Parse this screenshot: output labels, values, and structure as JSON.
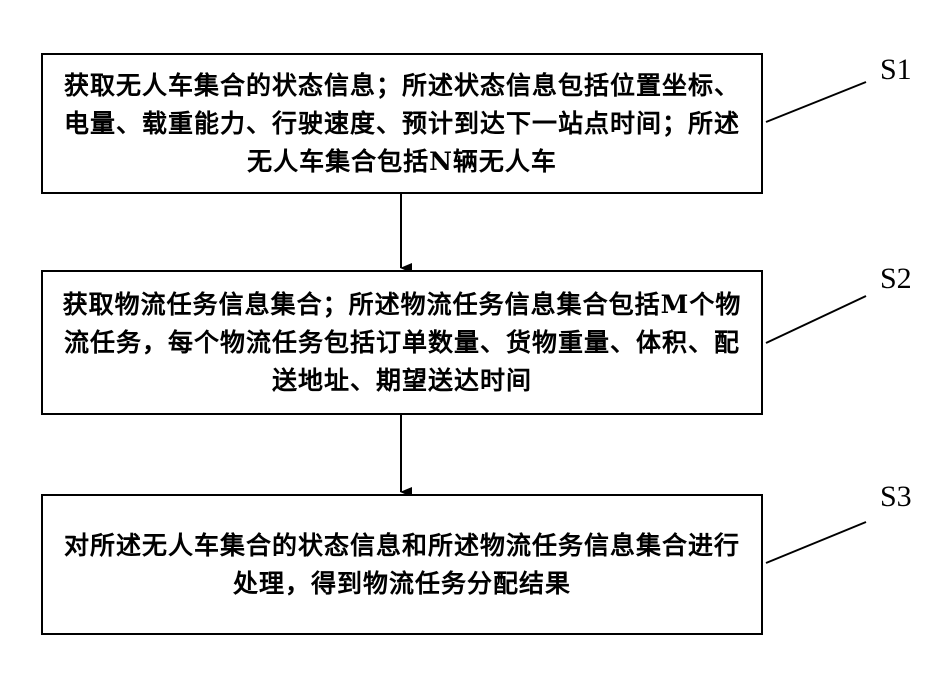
{
  "steps": [
    {
      "id": "S1",
      "text": "获取无人车集合的状态信息；所述状态信息包括位置坐标、电量、载重能力、行驶速度、预计到达下一站点时间；所述无人车集合包括N辆无人车"
    },
    {
      "id": "S2",
      "text": "获取物流任务信息集合；所述物流任务信息集合包括M个物流任务，每个物流任务包括订单数量、货物重量、体积、配送地址、期望送达时间"
    },
    {
      "id": "S3",
      "text": "对所述无人车集合的状态信息和所述物流任务信息集合进行处理，得到物流任务分配结果"
    }
  ],
  "colors": {
    "line": "#000000",
    "background": "#ffffff"
  }
}
